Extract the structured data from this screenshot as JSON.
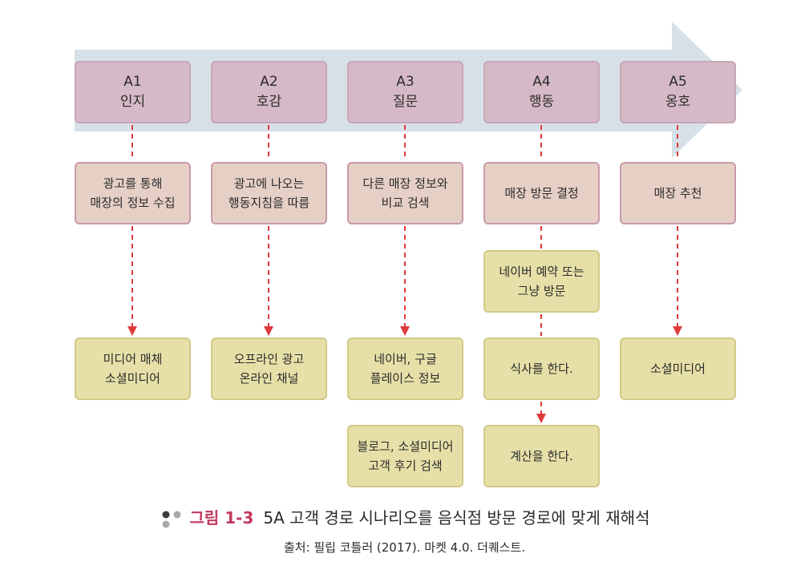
{
  "colors": {
    "arrow_band": "#d7e0e7",
    "stage_fill": "#d6b9c6",
    "action_fill": "#e6cfc5",
    "detail_fill": "#e6e0a8",
    "connector": "#e03a3a",
    "caption_accent": "#c0395e"
  },
  "stages": [
    {
      "code": "A1",
      "name": "인지"
    },
    {
      "code": "A2",
      "name": "호감"
    },
    {
      "code": "A3",
      "name": "질문"
    },
    {
      "code": "A4",
      "name": "행동"
    },
    {
      "code": "A5",
      "name": "옹호"
    }
  ],
  "actions": [
    {
      "line1": "광고를 통해",
      "line2": "매장의 정보 수집"
    },
    {
      "line1": "광고에 나오는",
      "line2": "행동지침을 따름"
    },
    {
      "line1": "다른 매장 정보와",
      "line2": "비교 검색"
    },
    {
      "line1": "매장 방문 결정",
      "line2": ""
    },
    {
      "line1": "매장 추천",
      "line2": ""
    }
  ],
  "a4_intermediate": {
    "line1": "네이버 예약 또는",
    "line2": "그냥 방문"
  },
  "results": [
    {
      "line1": "미디어 매체",
      "line2": "소셜미디어"
    },
    {
      "line1": "오프라인 광고",
      "line2": "온라인 채널"
    },
    {
      "line1": "네이버, 구글",
      "line2": "플레이스 정보"
    },
    {
      "line1": "식사를 한다.",
      "line2": ""
    },
    {
      "line1": "소셜미디어",
      "line2": ""
    }
  ],
  "extras": [
    {
      "line1": "블로그, 소셜미디어",
      "line2": "고객 후기 검색"
    },
    {
      "line1": "계산을 한다.",
      "line2": ""
    }
  ],
  "caption": {
    "label": "그림 1-3",
    "title": "5A 고객 경로 시나리오를 음식점 방문 경로에 맞게 재해석",
    "source": "출처: 필립 코틀러 (2017). 마켓 4.0. 더퀘스트."
  }
}
